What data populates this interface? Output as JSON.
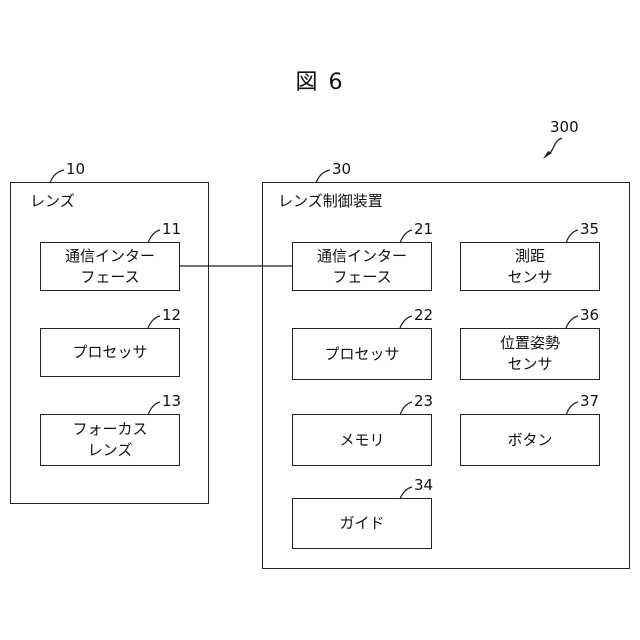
{
  "figure": {
    "title": "図 6",
    "system_ref": "300"
  },
  "lens": {
    "ref": "10",
    "label": "レンズ",
    "blocks": [
      {
        "ref": "11",
        "line1": "通信インター",
        "line2": "フェース"
      },
      {
        "ref": "12",
        "line1": "プロセッサ",
        "line2": ""
      },
      {
        "ref": "13",
        "line1": "フォーカス",
        "line2": "レンズ"
      }
    ]
  },
  "controller": {
    "ref": "30",
    "label": "レンズ制御装置",
    "blocks": [
      {
        "ref": "21",
        "line1": "通信インター",
        "line2": "フェース"
      },
      {
        "ref": "22",
        "line1": "プロセッサ",
        "line2": ""
      },
      {
        "ref": "23",
        "line1": "メモリ",
        "line2": ""
      },
      {
        "ref": "34",
        "line1": "ガイド",
        "line2": ""
      },
      {
        "ref": "35",
        "line1": "測距",
        "line2": "センサ"
      },
      {
        "ref": "36",
        "line1": "位置姿勢",
        "line2": "センサ"
      },
      {
        "ref": "37",
        "line1": "ボタン",
        "line2": ""
      }
    ]
  }
}
